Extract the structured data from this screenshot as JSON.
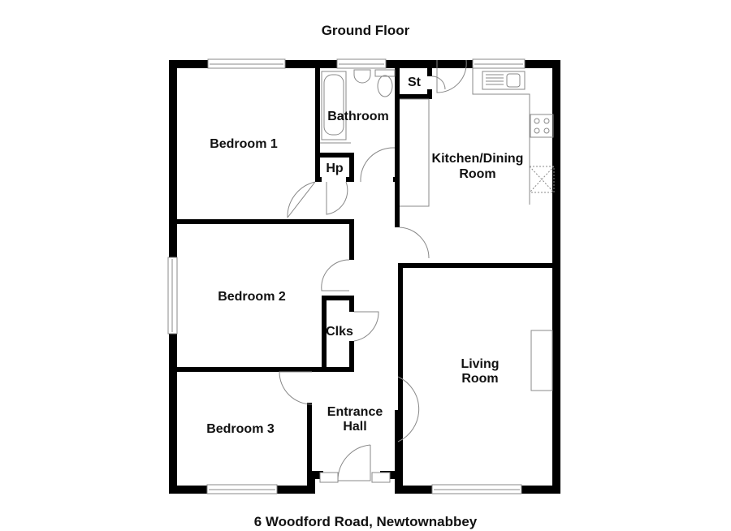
{
  "header": {
    "title": "Ground Floor"
  },
  "footer": {
    "address": "6 Woodford Road, Newtownabbey"
  },
  "colors": {
    "wall": "#000000",
    "fixture": "#888888",
    "background": "#ffffff",
    "text": "#111111"
  },
  "rooms": {
    "bedroom1": {
      "label": "Bedroom 1"
    },
    "bathroom": {
      "label": "Bathroom"
    },
    "hotpress": {
      "label": "Hp"
    },
    "store": {
      "label": "St"
    },
    "kitchen": {
      "line1": "Kitchen/Dining",
      "line2": "Room"
    },
    "bedroom2": {
      "label": "Bedroom 2"
    },
    "cloakroom": {
      "label": "Clks"
    },
    "living": {
      "line1": "Living",
      "line2": "Room"
    },
    "bedroom3": {
      "label": "Bedroom 3"
    },
    "hall": {
      "line1": "Entrance",
      "line2": "Hall"
    }
  }
}
